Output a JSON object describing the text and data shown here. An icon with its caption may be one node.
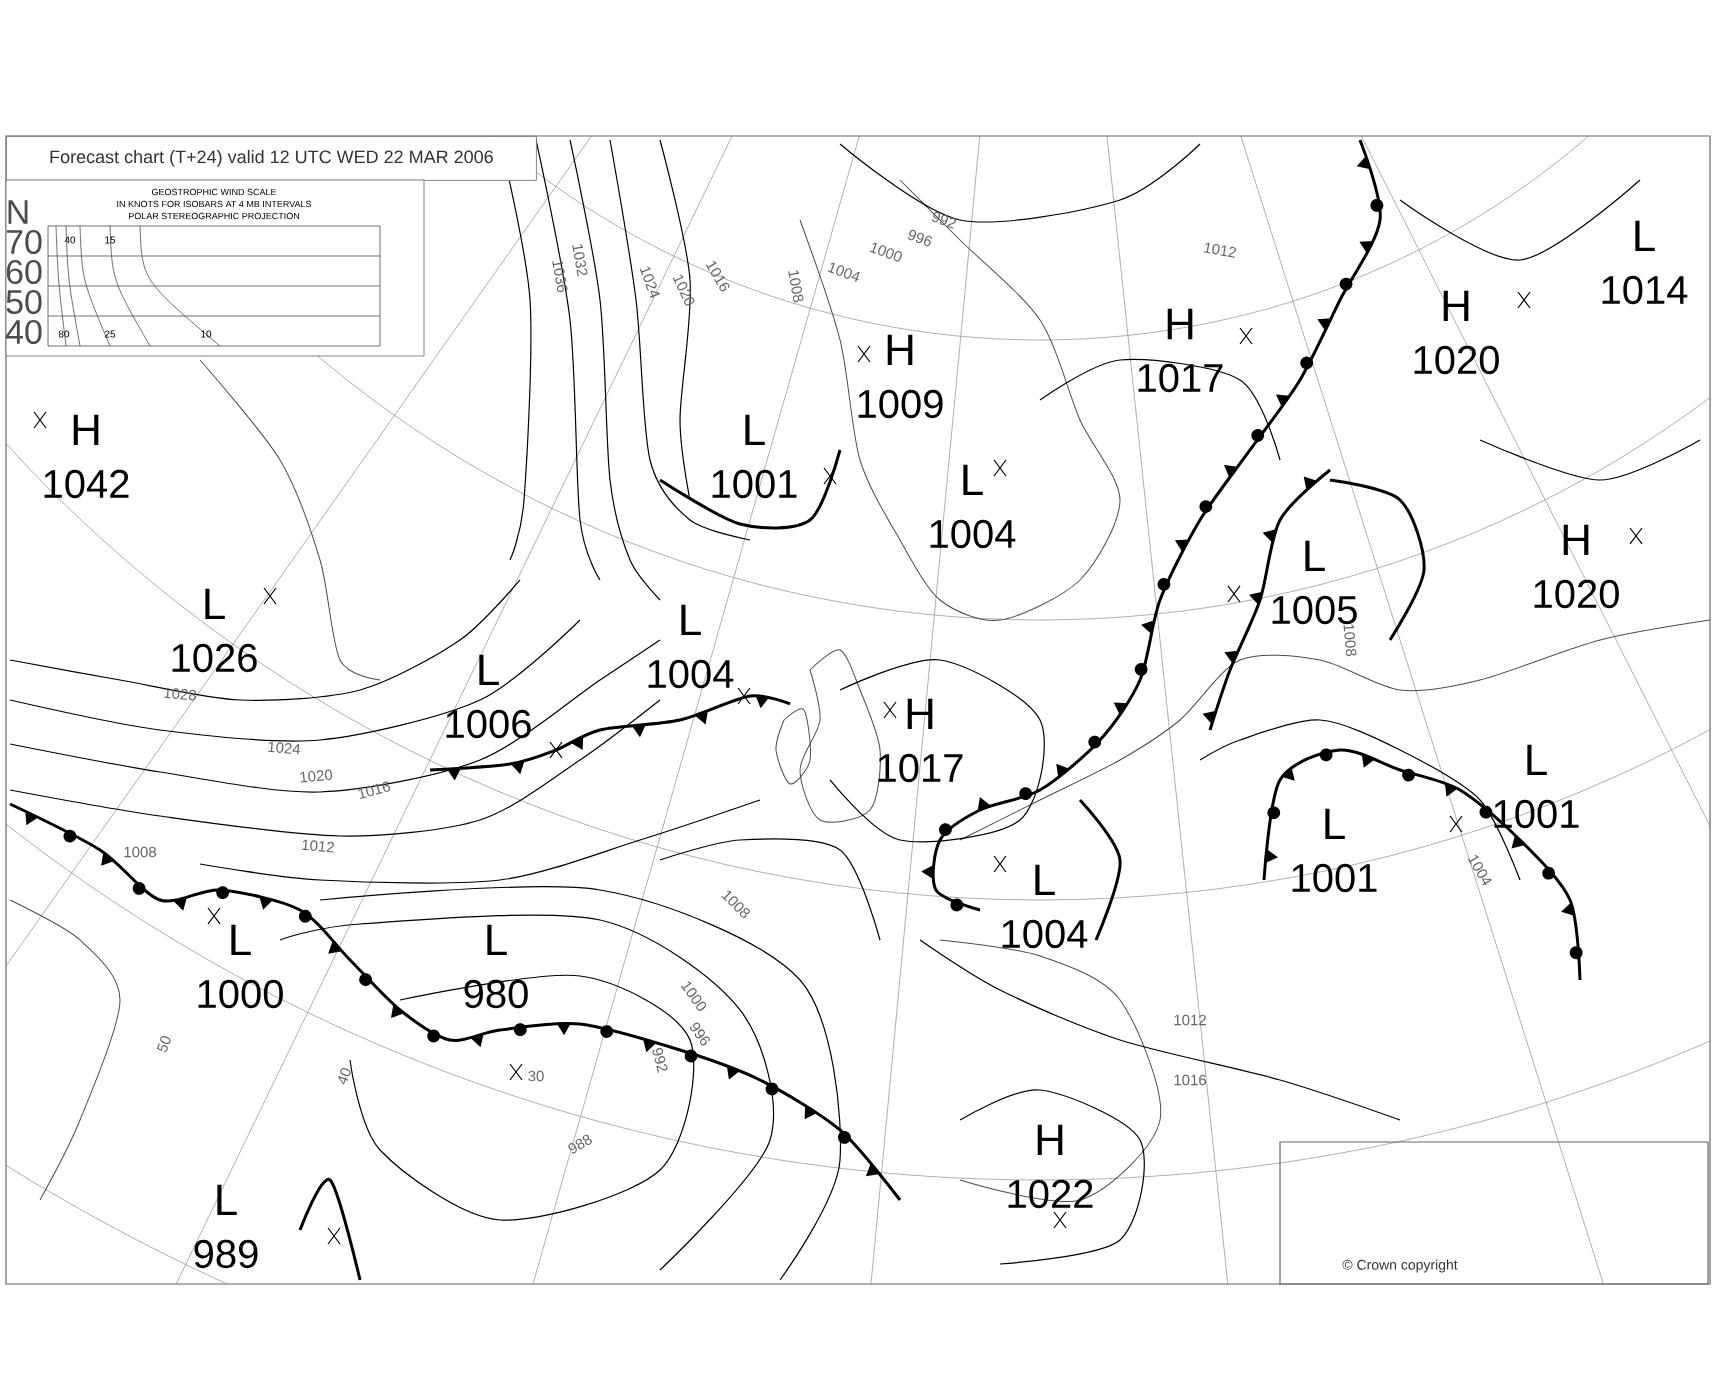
{
  "diagram": {
    "title": "Forecast chart (T+24) valid 12 UTC WED 22 MAR 2006",
    "labels": [
      "GEOSTROPHIC WIND SCALE",
      "IN KNOTS FOR ISOBARS AT 4 MB INTERVALS",
      "POLAR STEREOGRAPHIC PROJECTION",
      "N",
      "40",
      "15",
      "70",
      "60",
      "50",
      "40",
      "80",
      "25",
      "10",
      "L",
      "1014",
      "H",
      "1020",
      "H",
      "1017",
      "H",
      "1009",
      "H",
      "1042",
      "L",
      "1001",
      "L",
      "1004",
      "H",
      "1020",
      "L",
      "1005",
      "L",
      "1026",
      "L",
      "1004",
      "L",
      "1006",
      "H",
      "1017",
      "L",
      "1001",
      "L",
      "1001",
      "L",
      "1004",
      "L",
      "1000",
      "L",
      "980",
      "H",
      "1022",
      "L",
      "989",
      "1036",
      "1032",
      "1024",
      "1020",
      "1016",
      "1008",
      "1004",
      "1000",
      "996",
      "992",
      "1012",
      "1028",
      "1024",
      "1020",
      "1016",
      "1012",
      "1008",
      "1008",
      "1000",
      "996",
      "992",
      "988",
      "1012",
      "1016",
      "1004",
      "1008",
      "50",
      "40",
      "30",
      "© Crown copyright"
    ]
  }
}
